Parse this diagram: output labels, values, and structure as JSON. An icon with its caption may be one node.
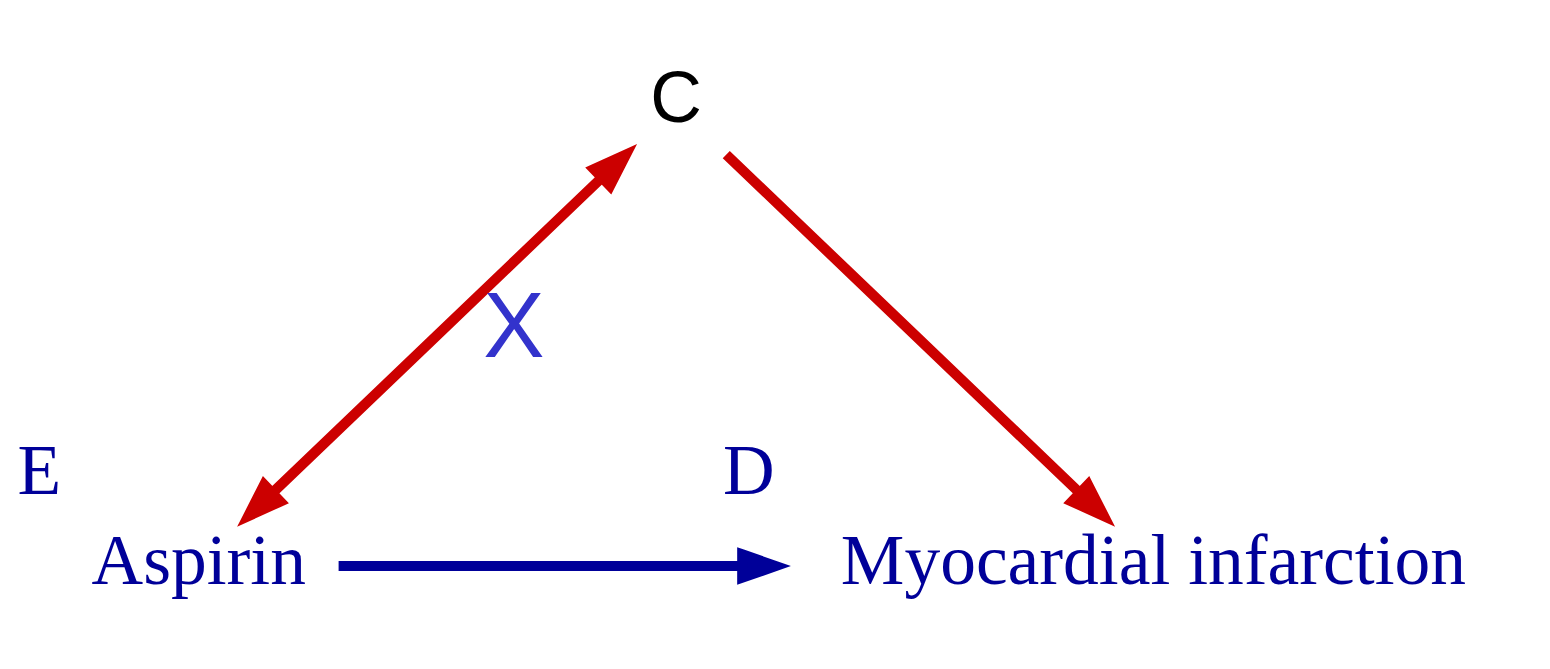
{
  "diagram": {
    "nodes": [
      {
        "text": [
          "C"
        ]
      },
      {
        "text": [
          "Aspirin"
        ],
        "beside": [
          "E"
        ]
      },
      {
        "text": [
          "Myocardial infarction"
        ],
        "beside": [
          "D"
        ]
      }
    ],
    "edges": [
      {
        "from": 0,
        "to": 1,
        "arrow": "both",
        "label": "X",
        "color": "#cc0000"
      },
      {
        "from": 0,
        "to": 2,
        "arrow": "to",
        "color": "#cc0000"
      },
      {
        "from": 1,
        "to": 2,
        "arrow": "to",
        "color": "#000099"
      }
    ]
  }
}
